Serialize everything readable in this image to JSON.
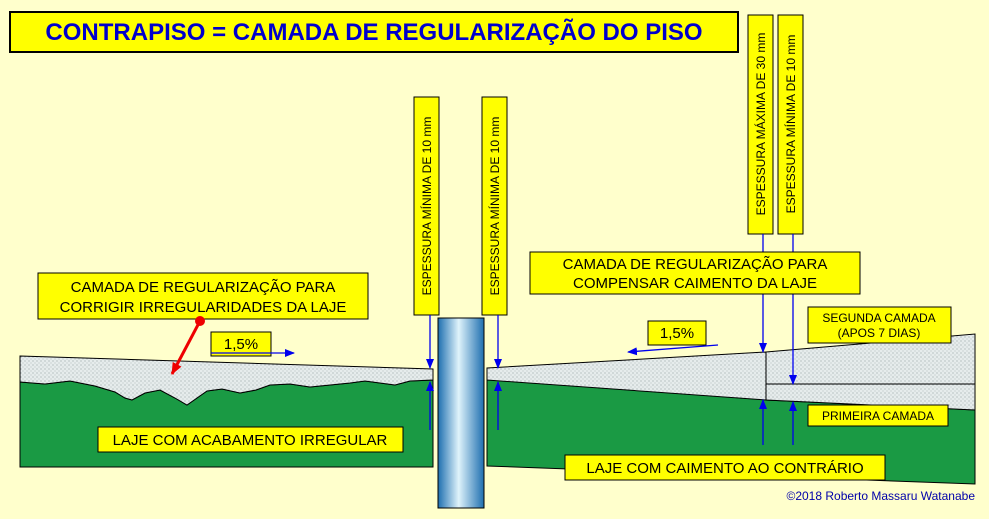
{
  "title": "CONTRAPISO = CAMADA DE REGULARIZAÇÃO DO PISO",
  "labels": {
    "left_layer": [
      "CAMADA DE REGULARIZAÇÃO PARA",
      "CORRIGIR IRREGULARIDADES DA LAJE"
    ],
    "right_layer": [
      "CAMADA DE REGULARIZAÇÃO PARA",
      "COMPENSAR CAIMENTO DA LAJE"
    ],
    "slope_left": "1,5%",
    "slope_right": "1,5%",
    "slab_left": "LAJE COM ACABAMENTO IRREGULAR",
    "slab_right": "LAJE COM CAIMENTO AO CONTRÁRIO",
    "second_layer": [
      "SEGUNDA CAMADA",
      "(APOS 7 DIAS)"
    ],
    "first_layer": "PRIMEIRA CAMADA",
    "thickness_min_1": "ESPESSURA MÍNIMA DE 10 mm",
    "thickness_min_2": "ESPESSURA MÍNIMA DE 10 mm",
    "thickness_max": "ESPESSURA MÁXIMA DE 30 mm",
    "thickness_min_3": "ESPESSURA MÍNIMA DE 10 mm"
  },
  "copyright": "©2018 Roberto Massaru Watanabe",
  "colors": {
    "background": "#ffffcc",
    "label_box": "#ffff00",
    "slab": "#1a9a44",
    "screed": "#e3eaea",
    "arrow": "#0000ee",
    "pointer": "#ee0000",
    "title_text": "#0000cc"
  }
}
